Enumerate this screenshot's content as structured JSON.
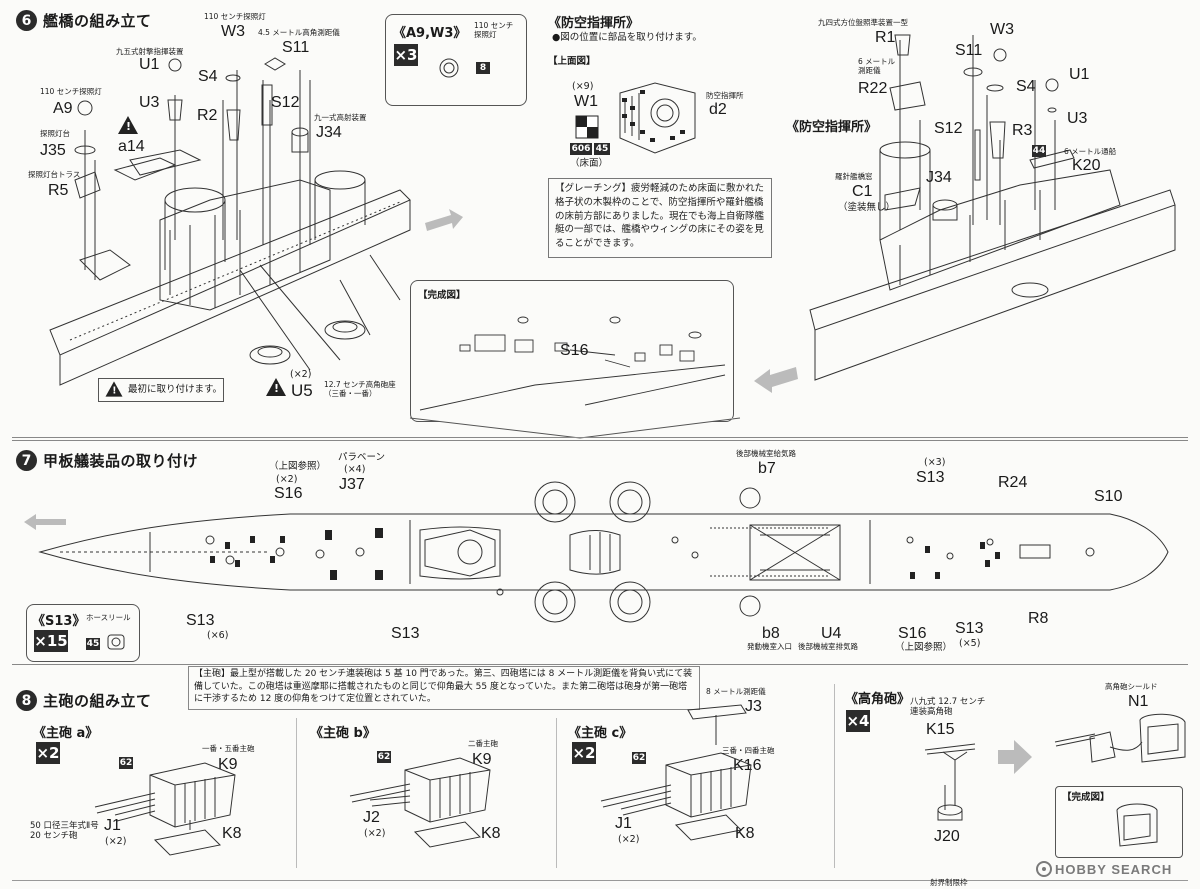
{
  "step6": {
    "number": "6",
    "title": "艦橋の組み立て",
    "parts": {
      "A9": "A9",
      "A9_note": "110 センチ探照灯",
      "J35": "J35",
      "J35_note": "探照灯台",
      "R5": "R5",
      "R5_note": "探照灯台トラス",
      "U1": "U1",
      "U1_note": "九五式射撃指揮装置",
      "U3": "U3",
      "a14": "a14",
      "W3": "W3",
      "W3_note": "110 センチ探照灯",
      "S4": "S4",
      "S11": "S11",
      "S11_note": "4.5 メートル高角測距儀",
      "S12": "S12",
      "R2": "R2",
      "J34": "J34",
      "J34_note": "九一式高射装置",
      "U5": "U5",
      "U5_count": "(×2)",
      "U5_note": "12.7 センチ高角砲座\n（三番・一番）"
    },
    "first_note": "最初に取り付けます。",
    "inset_a9w3": {
      "title": "《A9,W3》",
      "note": "110 センチ\n探照灯",
      "count": "×3",
      "paint": "8"
    },
    "bridge": {
      "title": "《防空指揮所》",
      "desc": "●図の位置に部品を取り付けます。",
      "top_view": "【上面図】",
      "W1": "W1",
      "W1_count": "(×9)",
      "d2": "d2",
      "d2_note": "防空指揮所",
      "paint_a": "606",
      "paint_b": "45",
      "floor": "（床面）"
    },
    "grating_note": "【グレーチング】疲労軽減のため床面に敷かれた格子状の木製枠のことで、防空指揮所や羅針艦橋の床前方部にありました。現在でも海上自衛隊艦艇の一部では、艦橋やウィングの床にその姿を見ることができます。",
    "complete": {
      "title": "【完成図】",
      "S16": "S16"
    },
    "right": {
      "R1": "R1",
      "R1_note": "九四式方位盤照準装置一型",
      "W3": "W3",
      "S11": "S11",
      "S4": "S4",
      "U1": "U1",
      "R22": "R22",
      "R22_note": "6 メートル\n測距儀",
      "U3": "U3",
      "bridge_label": "《防空指揮所》",
      "S12": "S12",
      "R3": "R3",
      "K20": "K20",
      "K20_note": "6 メートル通船",
      "K20_paint": "44",
      "C1": "C1",
      "C1_note": "羅針艦橋窓",
      "C1_sub": "（塗装無し）",
      "J34": "J34"
    }
  },
  "step7": {
    "number": "7",
    "title": "甲板艤装品の取り付け",
    "labels": {
      "S16_ref": "（上図参照）",
      "S16_count": "(×2)",
      "S16": "S16",
      "J37_note": "パラベーン",
      "J37_count": "(×4)",
      "J37": "J37",
      "b7_note": "後部機械室給気路",
      "b7": "b7",
      "S13_top_count": "(×3)",
      "S13_top": "S13",
      "R24": "R24",
      "S10": "S10",
      "S13_left": "S13",
      "S13_left_count": "(×6)",
      "S13_mid": "S13",
      "b8": "b8",
      "b8_note": "発動機室入口",
      "U4": "U4",
      "U4_note": "後部機械室排気路",
      "S16b": "S16",
      "S16b_ref": "（上図参照）",
      "S13_right": "S13",
      "S13_right_count": "(×5)",
      "R8": "R8"
    },
    "inset_s13": {
      "title": "《S13》",
      "note": "ホースリール",
      "count": "×15",
      "paint": "45"
    }
  },
  "step8": {
    "number": "8",
    "title": "主砲の組み立て",
    "note": "【主砲】最上型が搭載した 20 センチ連装砲は 5 基 10 門であった。第三、四砲塔には 8 メートル測距儀を背負い式にて装備していた。この砲塔は重巡摩耶に搭載されたものと同じで仰角最大 55 度となっていた。また第二砲塔は砲身が第一砲塔に干渉するため 12 度の仰角をつけて定位置とされていた。",
    "a": {
      "title": "《主砲 a》",
      "count": "×2",
      "paint": "62",
      "K9": "K9",
      "K9_note": "一番・五番主砲",
      "J1": "J1",
      "J1_count": "(×2)",
      "J1_note": "50 口径三年式Ⅱ号\n20 センチ砲",
      "K8": "K8"
    },
    "b": {
      "title": "《主砲 b》",
      "paint": "62",
      "K9": "K9",
      "K9_note": "二番主砲",
      "J2": "J2",
      "J2_count": "(×2)",
      "K8": "K8"
    },
    "c": {
      "title": "《主砲 c》",
      "count": "×2",
      "paint": "62",
      "J3": "J3",
      "J3_note": "8 メートル測距儀",
      "K16": "K16",
      "K16_note": "三番・四番主砲",
      "J1": "J1",
      "J1_count": "(×2)",
      "K8": "K8"
    },
    "aa": {
      "title": "《高角砲》",
      "count": "×4",
      "K15": "K15",
      "K15_note": "八九式 12.7 センチ\n連装高角砲",
      "J20": "J20",
      "N1": "N1",
      "N1_note": "高角砲シールド",
      "complete": "【完成図】"
    }
  },
  "footer": {
    "watermark": "HOBBY SEARCH",
    "partial": "射界制限枠"
  },
  "colors": {
    "ink": "#1a1a1a",
    "badge": "#2b2b2b",
    "paper": "#fbfbf9"
  }
}
